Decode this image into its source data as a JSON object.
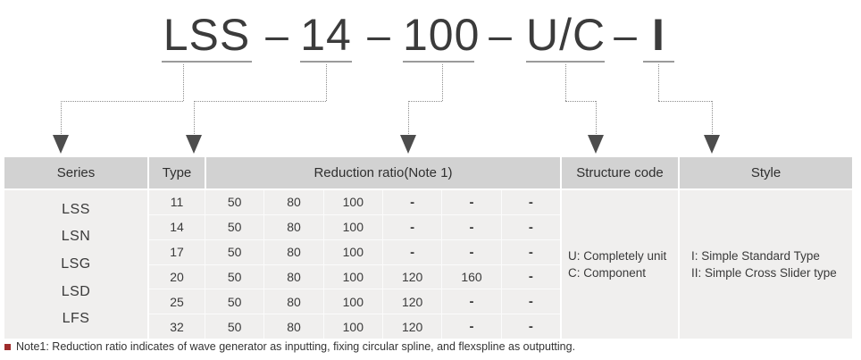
{
  "title": {
    "separator": "–",
    "segments": {
      "series": "LSS",
      "size": "14",
      "ratio": "100",
      "structure": "U/C",
      "style": "I"
    }
  },
  "table": {
    "headers": {
      "series": "Series",
      "type": "Type",
      "ratio": "Reduction ratio(Note 1)",
      "structure": "Structure code",
      "style": "Style"
    },
    "series": [
      "LSS",
      "LSN",
      "LSG",
      "LSD",
      "LFS"
    ],
    "rows": [
      {
        "type": "11",
        "ratios": [
          "50",
          "80",
          "100",
          "-",
          "-",
          "-"
        ]
      },
      {
        "type": "14",
        "ratios": [
          "50",
          "80",
          "100",
          "-",
          "-",
          "-"
        ]
      },
      {
        "type": "17",
        "ratios": [
          "50",
          "80",
          "100",
          "-",
          "-",
          "-"
        ]
      },
      {
        "type": "20",
        "ratios": [
          "50",
          "80",
          "100",
          "120",
          "160",
          "-"
        ]
      },
      {
        "type": "25",
        "ratios": [
          "50",
          "80",
          "100",
          "120",
          "-",
          "-"
        ]
      },
      {
        "type": "32",
        "ratios": [
          "50",
          "80",
          "100",
          "120",
          "-",
          "-"
        ]
      }
    ],
    "structure_code": [
      "U: Completely unit",
      "C: Component"
    ],
    "style_options": [
      "I: Simple Standard Type",
      "II: Simple Cross Slider type"
    ]
  },
  "note": {
    "text": "Note1: Reduction ratio indicates of wave generator as inputting, fixing circular spline, and flexspline as outputting."
  },
  "colors": {
    "accent_red": "#9e2c2c",
    "header_bg": "#d2d2d2",
    "body_bg": "#f0efee",
    "text": "#3a3a3a",
    "line_gray": "#8d8d8d",
    "underline_gray": "#9b9b9b",
    "arrow_gray": "#4d4d4d"
  }
}
